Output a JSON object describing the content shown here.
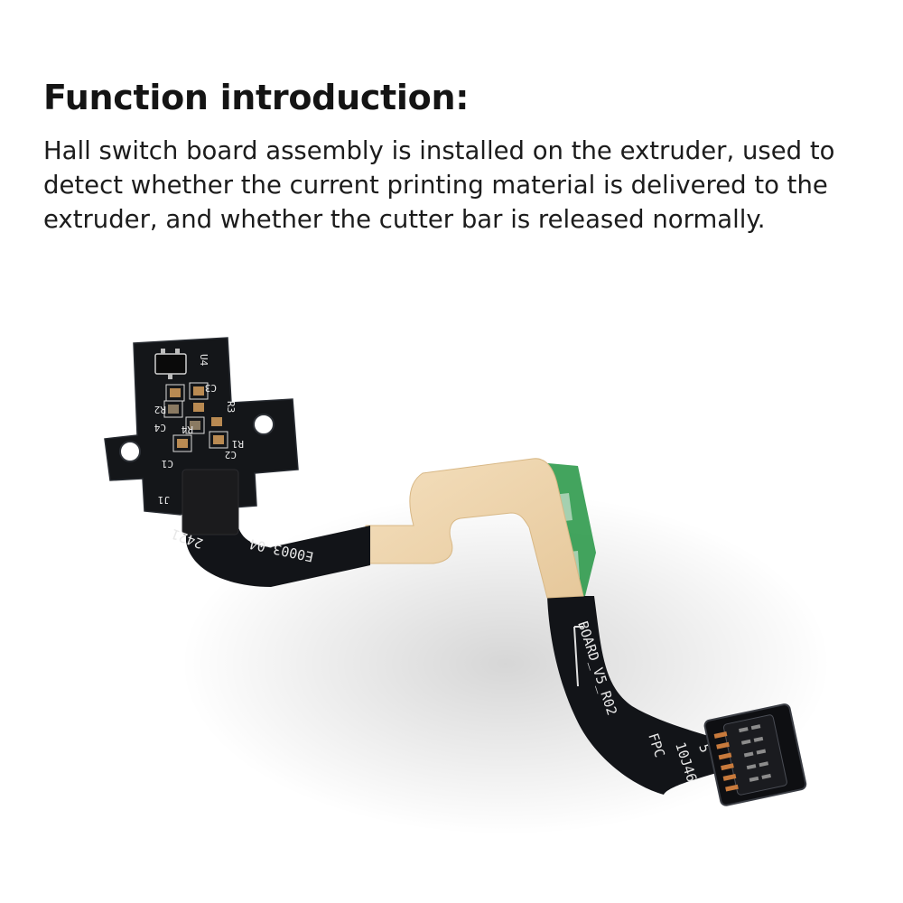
{
  "heading": "Function introduction:",
  "description_lines": [
    "Hall switch board assembly is installed on the extruder, used to",
    "detect whether the current printing material is delivered to the",
    "extruder, and whether the cutter bar is released normally."
  ],
  "board_labels": {
    "u4": "U4",
    "c3": "C3",
    "r2": "R2",
    "r3": "R3",
    "c4": "C4",
    "r4": "R4",
    "r1": "R1",
    "c2": "C2",
    "c1": "C1",
    "j1": "J1",
    "date_code": "2421",
    "part_number": "E0003-04",
    "board_id": "BOARD_V5_R02",
    "fpc_label": "FPC",
    "fpc_number": "10J46",
    "fpc_suffix": "5"
  },
  "colors": {
    "pcb": "#121418",
    "stiffener_tape": "#efd6ad",
    "adhesive_green": "#2f9a4c",
    "connector_pins": "#c87a3c"
  }
}
